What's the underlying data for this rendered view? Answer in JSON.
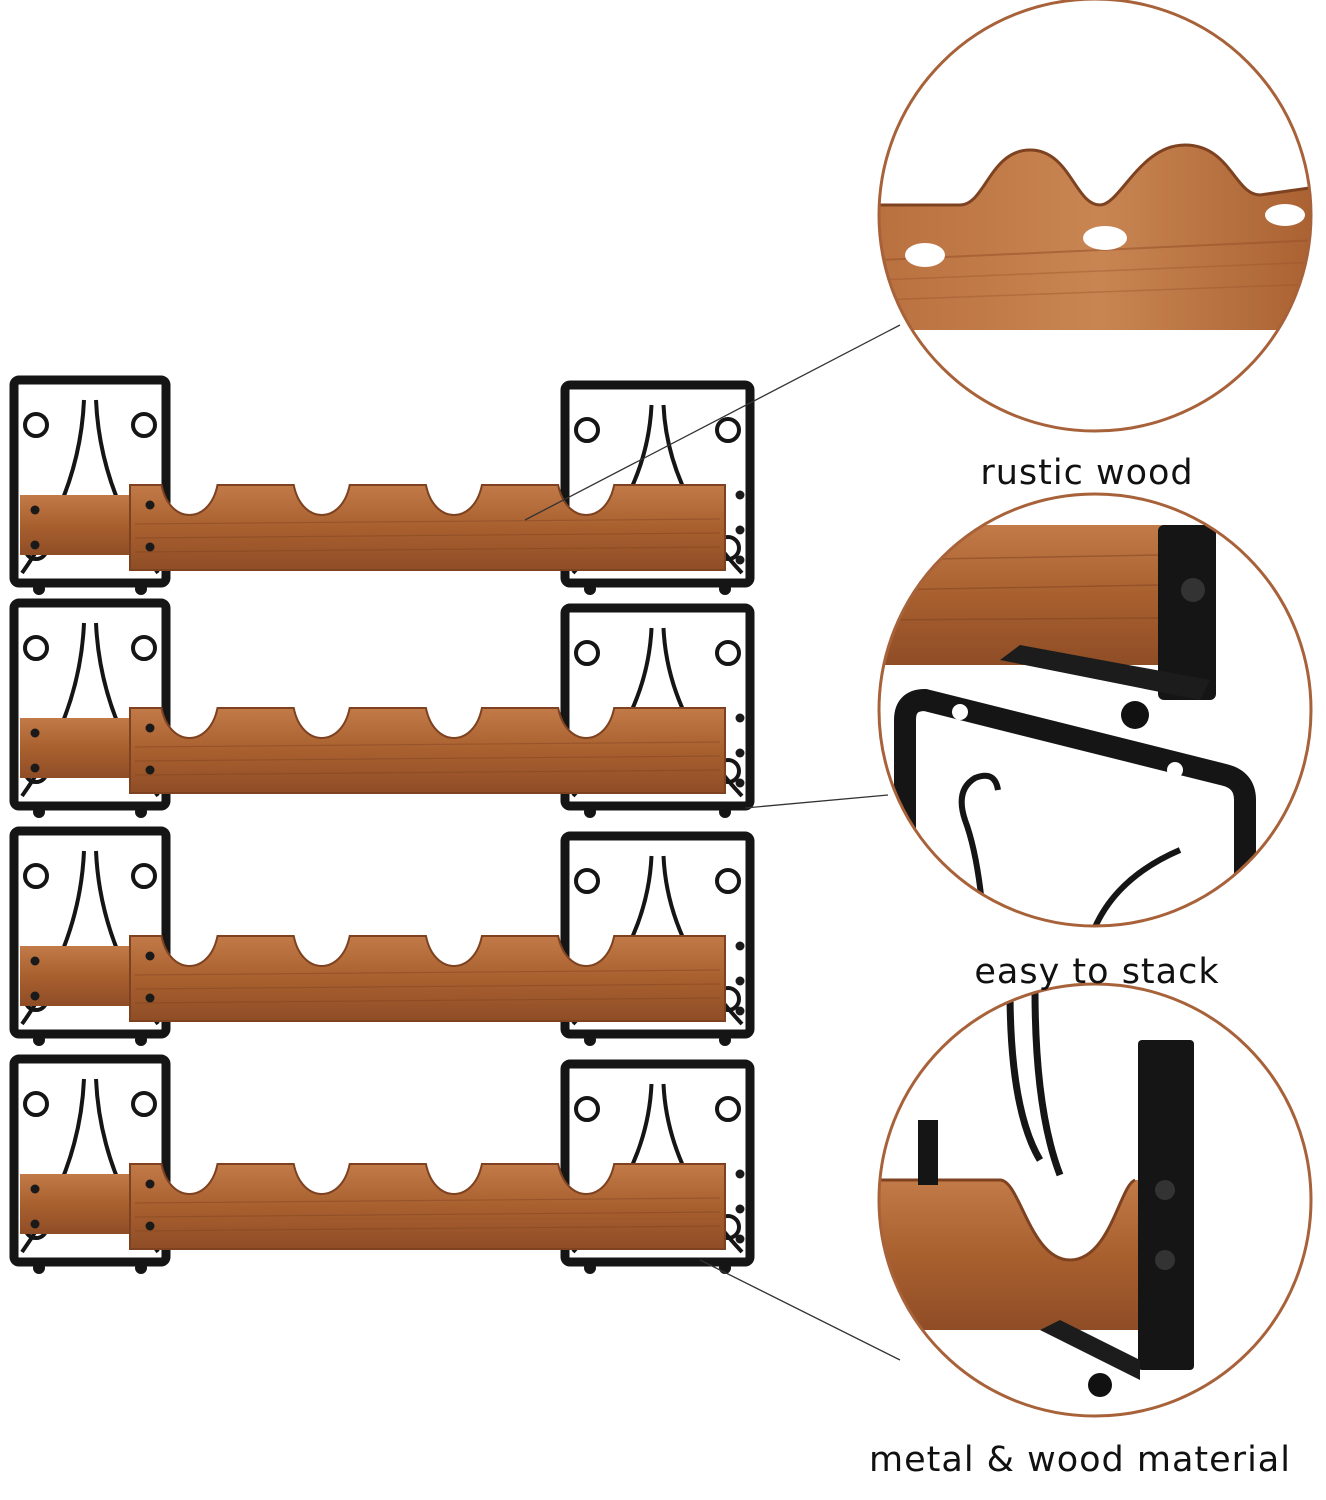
{
  "product": {
    "tiers": 4,
    "bottles_per_tier": 4
  },
  "features": [
    {
      "label": "rustic wood",
      "icon": "wood-closeup-icon"
    },
    {
      "label": "easy to stack",
      "icon": "stack-bracket-closeup-icon"
    },
    {
      "label": "metal & wood material",
      "icon": "metal-wood-joint-closeup-icon"
    }
  ],
  "colors": {
    "wood": "#b36a3c",
    "wood_dark": "#8e4e28",
    "metal": "#151515",
    "circle_border": "#a8623a",
    "background": "#ffffff"
  }
}
